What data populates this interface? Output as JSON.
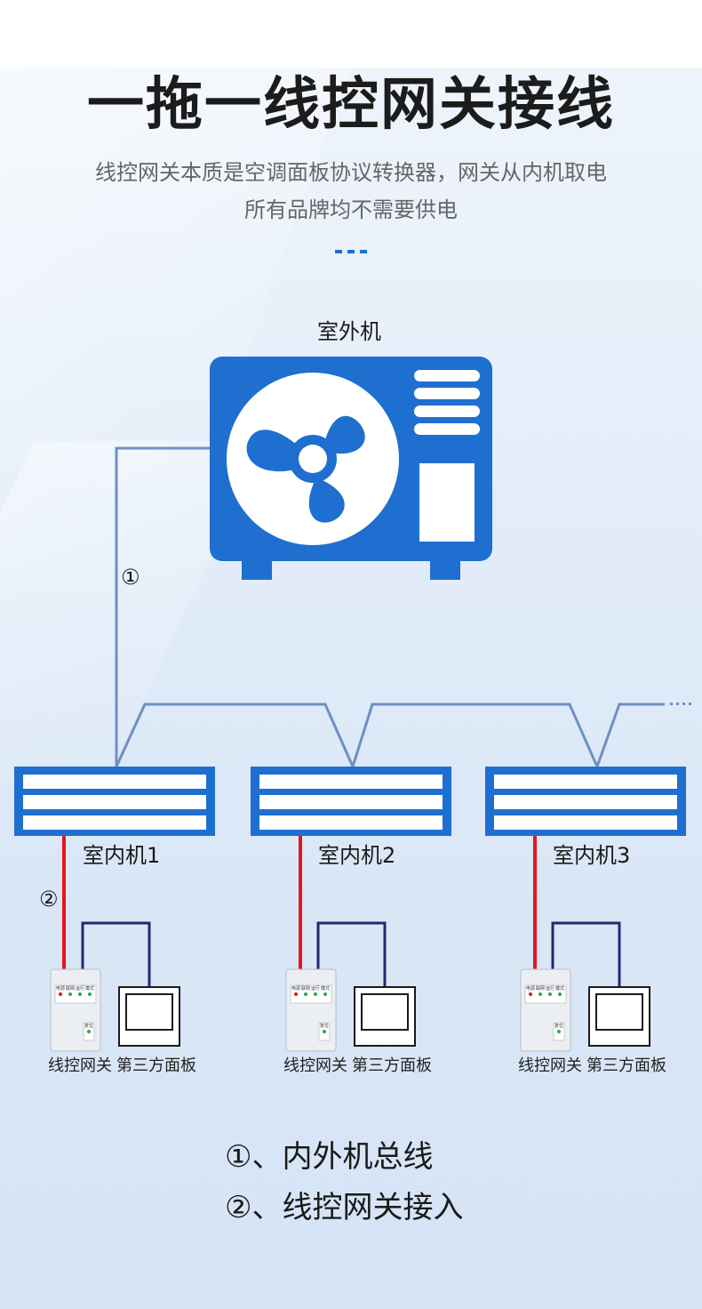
{
  "title": "一拖一线控网关接线",
  "subtitle_line1": "线控网关本质是空调面板协议转换器，网关从内机取电",
  "subtitle_line2": "所有品牌均不需要供电",
  "outdoor_label": "室外机",
  "bus_marker_1": "①",
  "bus_marker_2": "②",
  "continuation": "....",
  "indoor_units": [
    {
      "label": "室内机1",
      "gateway": "线控网关",
      "panel": "第三方面板"
    },
    {
      "label": "室内机2",
      "gateway": "线控网关",
      "panel": "第三方面板"
    },
    {
      "label": "室内机3",
      "gateway": "线控网关",
      "panel": "第三方面板"
    }
  ],
  "gateway_texts": {
    "power": "电源",
    "net": "联网",
    "run": "运行",
    "mode": "模式",
    "reset": "复位"
  },
  "legend": {
    "item1": "①、内外机总线",
    "item2": "②、线控网关接入"
  },
  "colors": {
    "accent": "#1e6fd0",
    "bus_line": "#6f8fc4",
    "red_wire": "#e8141e",
    "navy_wire": "#1e2a6e"
  }
}
